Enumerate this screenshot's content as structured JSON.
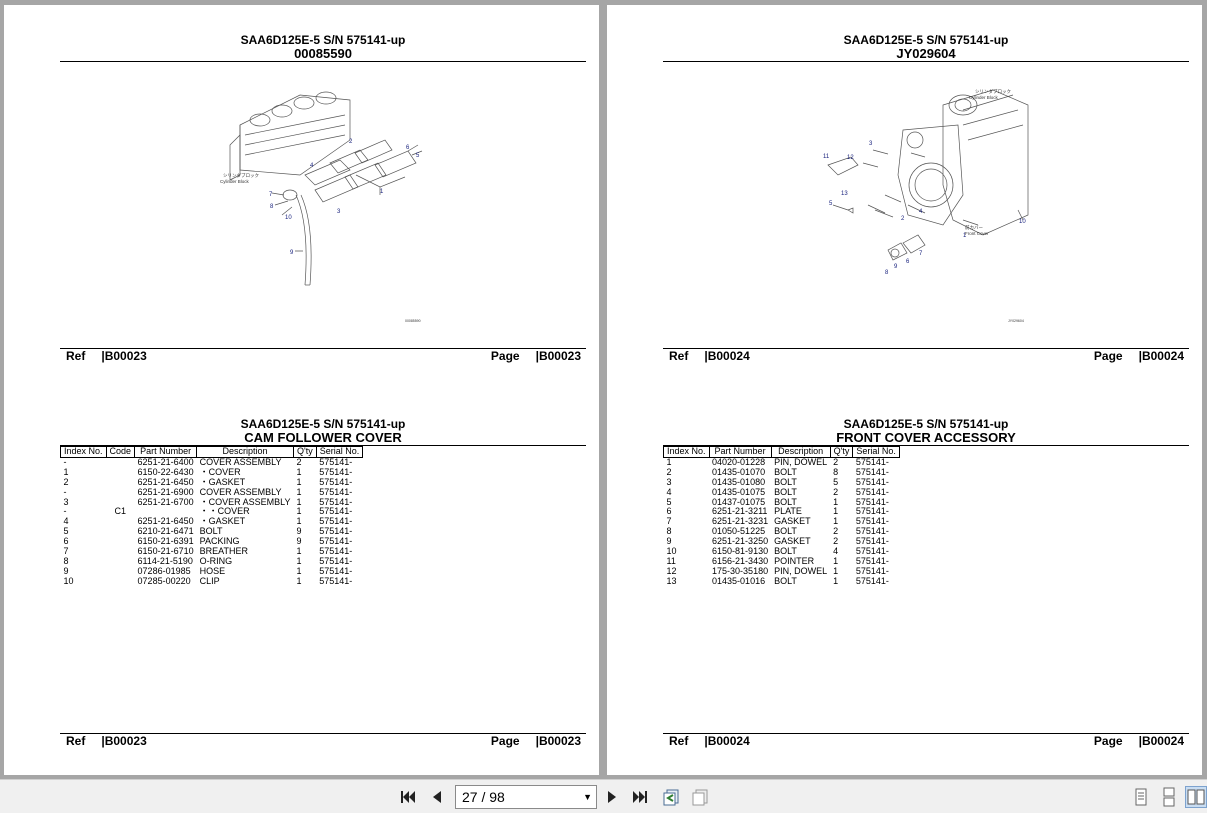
{
  "pages": [
    {
      "illustration": {
        "header_line1": "SAA6D125E-5 S/N 575141-up",
        "header_line2": "00085590",
        "ref_label": "Ref",
        "ref_value": "|B00023",
        "page_label": "Page",
        "page_value": "|B00023",
        "callouts": [
          "1",
          "2",
          "3",
          "4",
          "5",
          "6",
          "7",
          "8",
          "9",
          "10"
        ],
        "drawing_caption": "Cylinder Block",
        "drawing_caption_jp": "シリンダブロック",
        "drawing_code": "00085590"
      },
      "parts": {
        "header_line1": "SAA6D125E-5 S/N 575141-up",
        "header_line2": "CAM FOLLOWER COVER",
        "columns": [
          "Index No.",
          "Code",
          "Part Number",
          "Description",
          "Q'ty",
          "Serial No."
        ],
        "rows": [
          [
            "-",
            "",
            "6251-21-6400",
            "COVER ASSEMBLY",
            "2",
            "575141-"
          ],
          [
            "1",
            "",
            "6150-22-6430",
            "・COVER",
            "1",
            "575141-"
          ],
          [
            "2",
            "",
            "6251-21-6450",
            "・GASKET",
            "1",
            "575141-"
          ],
          [
            "-",
            "",
            "6251-21-6900",
            "COVER ASSEMBLY",
            "1",
            "575141-"
          ],
          [
            "3",
            "",
            "6251-21-6700",
            "・COVER ASSEMBLY",
            "1",
            "575141-"
          ],
          [
            "-",
            "C1",
            "",
            "・・COVER",
            "1",
            "575141-"
          ],
          [
            "4",
            "",
            "6251-21-6450",
            "・GASKET",
            "1",
            "575141-"
          ],
          [
            "5",
            "",
            "6210-21-6471",
            "BOLT",
            "9",
            "575141-"
          ],
          [
            "6",
            "",
            "6150-21-6391",
            "PACKING",
            "9",
            "575141-"
          ],
          [
            "7",
            "",
            "6150-21-6710",
            "BREATHER",
            "1",
            "575141-"
          ],
          [
            "8",
            "",
            "6114-21-5190",
            "O-RING",
            "1",
            "575141-"
          ],
          [
            "9",
            "",
            "07286-01985",
            "HOSE",
            "1",
            "575141-"
          ],
          [
            "10",
            "",
            "07285-00220",
            "CLIP",
            "1",
            "575141-"
          ]
        ],
        "ref_label": "Ref",
        "ref_value": "|B00023",
        "page_label": "Page",
        "page_value": "|B00023"
      }
    },
    {
      "illustration": {
        "header_line1": "SAA6D125E-5 S/N 575141-up",
        "header_line2": "JY029604",
        "ref_label": "Ref",
        "ref_value": "|B00024",
        "page_label": "Page",
        "page_value": "|B00024",
        "callouts": [
          "1",
          "2",
          "3",
          "4",
          "5",
          "6",
          "7",
          "8",
          "9",
          "10",
          "11",
          "12",
          "13"
        ],
        "drawing_caption": "Cylinder Block",
        "drawing_caption_jp": "シリンダブロック",
        "drawing_caption2": "Front Cover",
        "drawing_caption2_jp": "前カバー",
        "drawing_code": "JY029604"
      },
      "parts": {
        "header_line1": "SAA6D125E-5 S/N 575141-up",
        "header_line2": "FRONT COVER ACCESSORY",
        "columns": [
          "Index No.",
          "Part Number",
          "Description",
          "Q'ty",
          "Serial No."
        ],
        "rows": [
          [
            "1",
            "04020-01228",
            "PIN, DOWEL",
            "2",
            "575141-"
          ],
          [
            "2",
            "01435-01070",
            "BOLT",
            "8",
            "575141-"
          ],
          [
            "3",
            "01435-01080",
            "BOLT",
            "5",
            "575141-"
          ],
          [
            "4",
            "01435-01075",
            "BOLT",
            "2",
            "575141-"
          ],
          [
            "5",
            "01437-01075",
            "BOLT",
            "1",
            "575141-"
          ],
          [
            "6",
            "6251-21-3211",
            "PLATE",
            "1",
            "575141-"
          ],
          [
            "7",
            "6251-21-3231",
            "GASKET",
            "1",
            "575141-"
          ],
          [
            "8",
            "01050-51225",
            "BOLT",
            "2",
            "575141-"
          ],
          [
            "9",
            "6251-21-3250",
            "GASKET",
            "2",
            "575141-"
          ],
          [
            "10",
            "6150-81-9130",
            "BOLT",
            "4",
            "575141-"
          ],
          [
            "11",
            "6156-21-3430",
            "POINTER",
            "1",
            "575141-"
          ],
          [
            "12",
            "175-30-35180",
            "PIN, DOWEL",
            "1",
            "575141-"
          ],
          [
            "13",
            "01435-01016",
            "BOLT",
            "1",
            "575141-"
          ]
        ],
        "ref_label": "Ref",
        "ref_value": "|B00024",
        "page_label": "Page",
        "page_value": "|B00024"
      }
    }
  ],
  "toolbar": {
    "page_indicator": "27 / 98",
    "icons": [
      "first-page-icon",
      "previous-page-icon",
      "next-page-icon",
      "last-page-icon",
      "previous-view-icon",
      "next-view-icon",
      "single-page-view-icon",
      "continuous-view-icon",
      "two-page-view-icon"
    ]
  }
}
